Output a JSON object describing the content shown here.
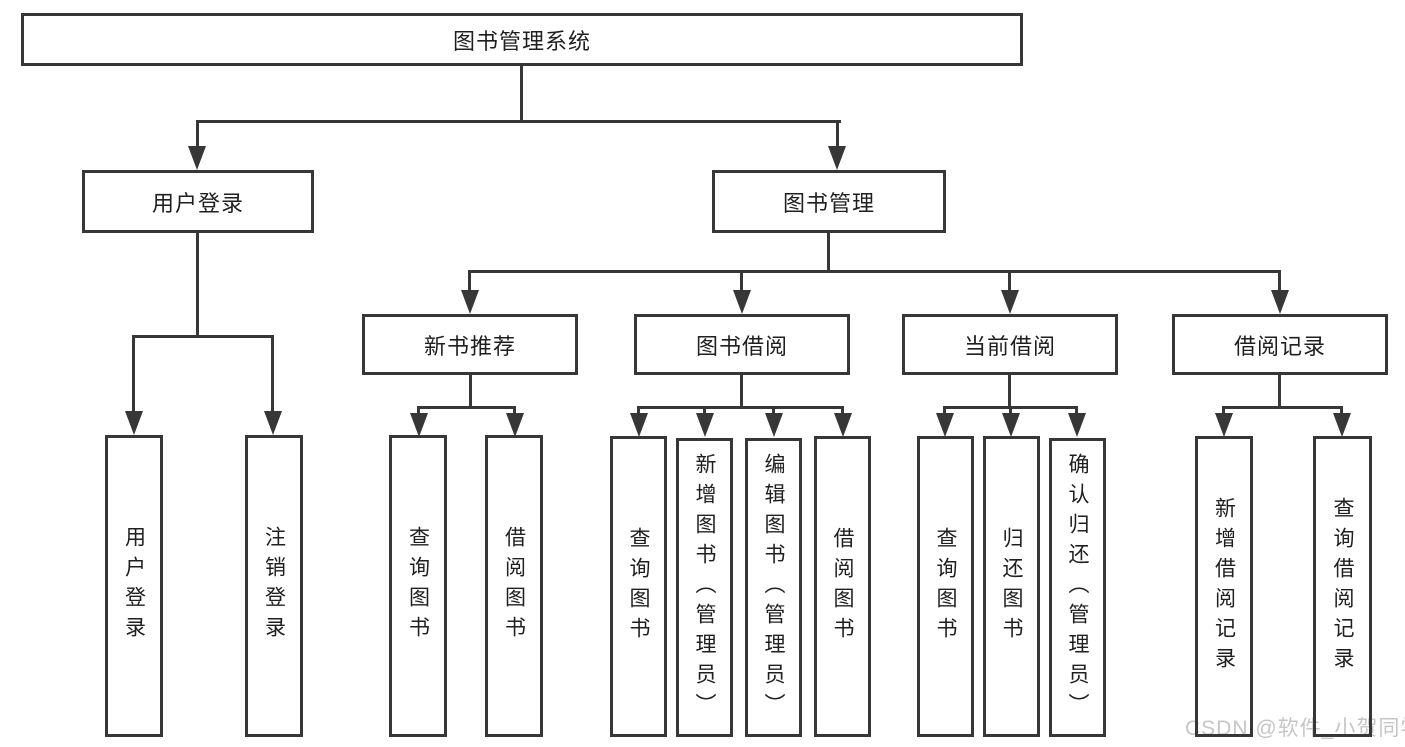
{
  "diagram": {
    "nodes": {
      "root": {
        "label": "图书管理系统"
      },
      "user_login": {
        "label": "用户登录"
      },
      "book_management": {
        "label": "图书管理"
      },
      "new_book_recommend": {
        "label": "新书推荐"
      },
      "book_borrowing": {
        "label": "图书借阅"
      },
      "current_borrowing": {
        "label": "当前借阅"
      },
      "borrowing_records": {
        "label": "借阅记录"
      }
    },
    "leaves": {
      "user_login": [
        "用户登录",
        "注销登录"
      ],
      "new_book_recommend": [
        "查询图书",
        "借阅图书"
      ],
      "book_borrowing": [
        "查询图书",
        "新增图书（管理员）",
        "编辑图书（管理员）",
        "借阅图书"
      ],
      "current_borrowing": [
        "查询图书",
        "归还图书",
        "确认归还（管理员）"
      ],
      "borrowing_records": [
        "新增借阅记录",
        "查询借阅记录"
      ]
    },
    "watermark": "CSDN @软件_小贺同学",
    "colors": {
      "line": "#373737",
      "text": "#1f1f1f",
      "watermark": "#c6c6c6",
      "background": "#ffffff"
    }
  }
}
